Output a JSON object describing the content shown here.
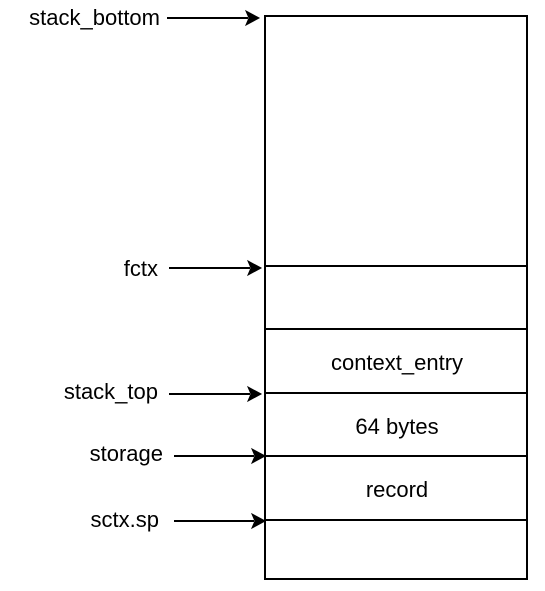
{
  "pointers": [
    {
      "id": "stack-bottom",
      "label": "stack_bottom"
    },
    {
      "id": "fctx",
      "label": "fctx"
    },
    {
      "id": "stack-top",
      "label": "stack_top"
    },
    {
      "id": "storage",
      "label": "storage"
    },
    {
      "id": "sctx-sp",
      "label": "sctx.sp"
    }
  ],
  "cells": [
    {
      "id": "context-entry",
      "label": "context_entry"
    },
    {
      "id": "64-bytes",
      "label": "64 bytes"
    },
    {
      "id": "record",
      "label": "record"
    }
  ]
}
